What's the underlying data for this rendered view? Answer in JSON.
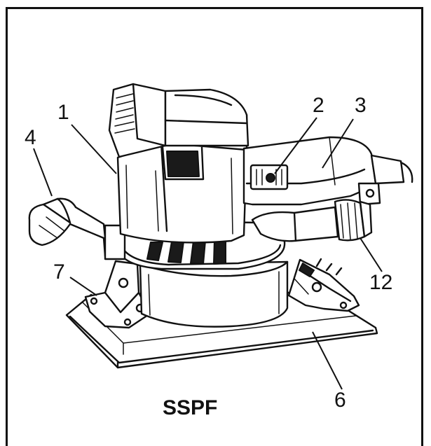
{
  "figure": {
    "model_label": "SSPF",
    "callouts": {
      "c1": "1",
      "c2": "2",
      "c3": "3",
      "c4": "4",
      "c6": "6",
      "c7": "7",
      "c12": "12"
    }
  }
}
